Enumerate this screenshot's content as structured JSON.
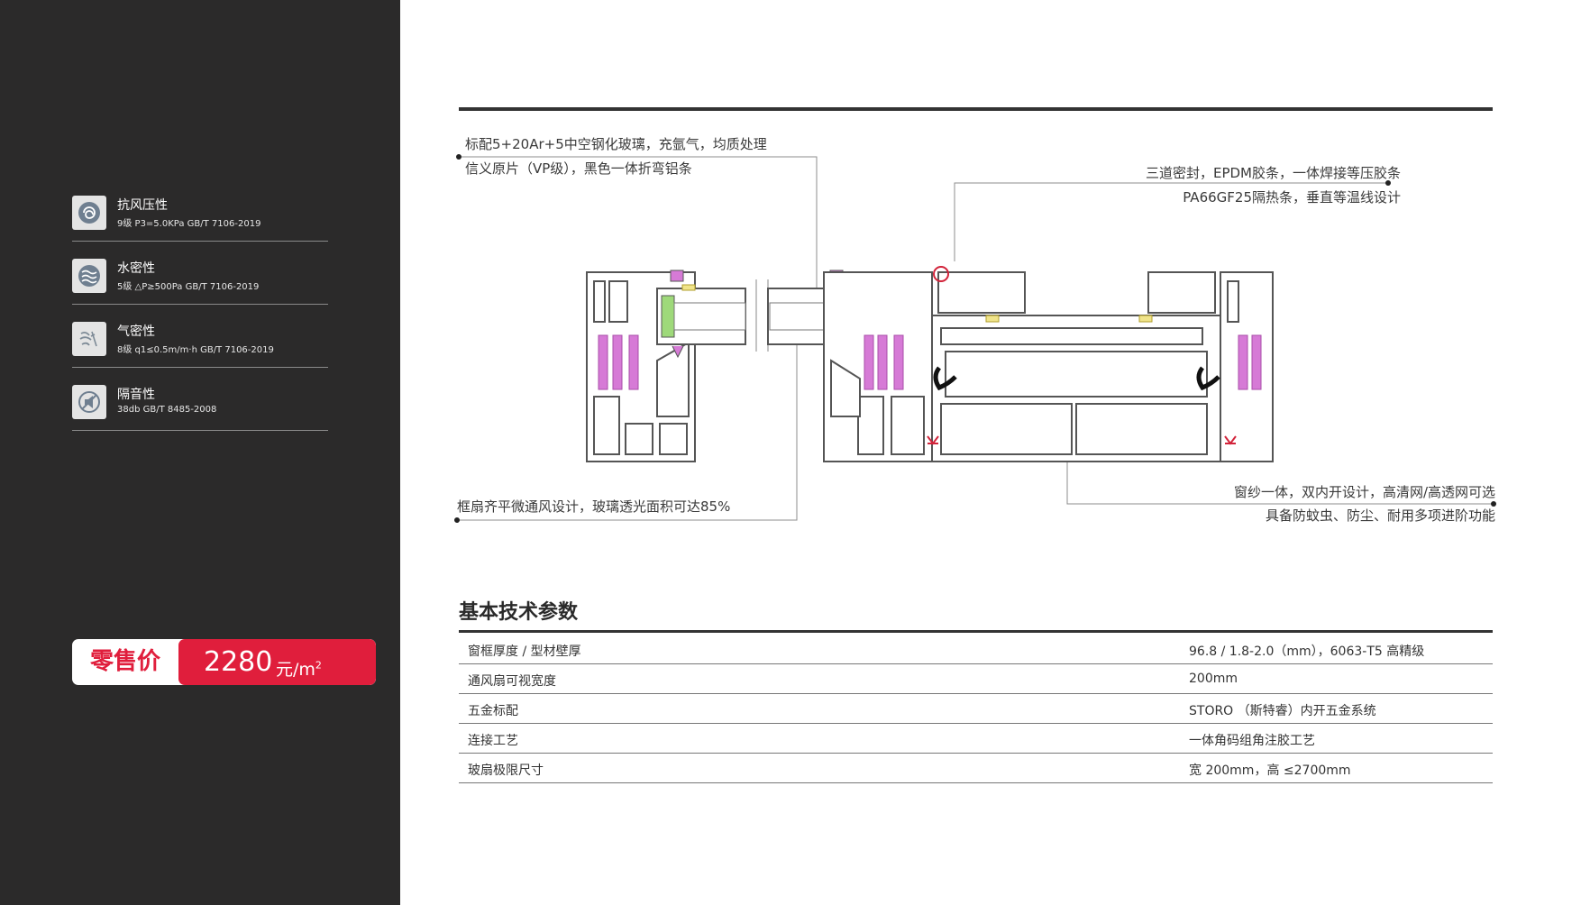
{
  "performance": [
    {
      "icon": "wind-pressure-icon",
      "title": "抗风压性",
      "sub": "9级  P3=5.0KPa  GB/T 7106-2019"
    },
    {
      "icon": "water-tightness-icon",
      "title": "水密性",
      "sub": "5级  △P≥500Pa  GB/T 7106-2019"
    },
    {
      "icon": "air-tightness-icon",
      "title": "气密性",
      "sub": "8级  q1≤0.5m/m·h  GB/T 7106-2019"
    },
    {
      "icon": "sound-insulation-icon",
      "title": "隔音性",
      "sub": "38db  GB/T 8485-2008"
    }
  ],
  "price": {
    "label": "零售价",
    "value": "2280",
    "unit": "元/m",
    "unit_sup": "2"
  },
  "callouts": {
    "glass_line1": "标配5+20Ar+5中空钢化玻璃，充氩气，均质处理",
    "glass_line2": "信义原片（VP级），黑色一体折弯铝条",
    "seal_line1": "三道密封，EPDM胶条，一体焊接等压胶条",
    "seal_line2": "PA66GF25隔热条，垂直等温线设计",
    "vent_line1": "框扇齐平微通风设计，玻璃透光面积可达85%",
    "screen_line1": "窗纱一体，双内开设计，高清网/高透网可选",
    "screen_line2": "具备防蚊虫、防尘、耐用多项进阶功能"
  },
  "section_title": "基本技术参数",
  "specs": [
    {
      "label": "窗框厚度 / 型材壁厚",
      "value": "96.8 / 1.8-2.0（mm），6063-T5  高精级"
    },
    {
      "label": "通风扇可视宽度",
      "value": "200mm"
    },
    {
      "label": "五金标配",
      "value": "STORO （斯特睿）内开五金系统"
    },
    {
      "label": "连接工艺",
      "value": "一体角码组角注胶工艺"
    },
    {
      "label": "玻扇极限尺寸",
      "value": "宽 200mm，高 ≤2700mm"
    }
  ],
  "colors": {
    "sidebar": "#2b2a2a",
    "accent": "#e01e3c",
    "insulation": "#d67ad6",
    "seal": "#f0e48a",
    "glass": "#9ed97a"
  }
}
